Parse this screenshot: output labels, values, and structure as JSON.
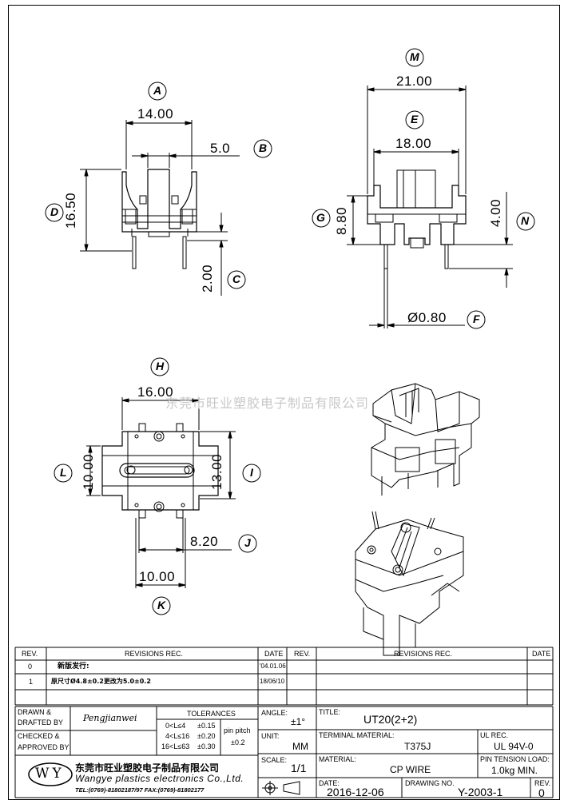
{
  "dimensions": {
    "a": {
      "label": "A",
      "value": "14.00"
    },
    "b": {
      "label": "B",
      "value": "5.0"
    },
    "c": {
      "label": "C",
      "value": "2.00"
    },
    "d": {
      "label": "D",
      "value": "16.50"
    },
    "e": {
      "label": "E",
      "value": "18.00"
    },
    "f": {
      "label": "F",
      "value": "Ø0.80"
    },
    "g": {
      "label": "G",
      "value": "8.80"
    },
    "h": {
      "label": "H",
      "value": "16.00"
    },
    "i": {
      "label": "I",
      "value": "13.00"
    },
    "j": {
      "label": "J",
      "value": "8.20"
    },
    "k": {
      "label": "K",
      "value": "10.00"
    },
    "l": {
      "label": "L",
      "value": "10.00"
    },
    "m": {
      "label": "M",
      "value": "21.00"
    },
    "n": {
      "label": "N",
      "value": "4.00"
    }
  },
  "watermark": "东莞市旺业塑胶电子制品有限公司",
  "revisions": {
    "headers": {
      "rev": "REV.",
      "rec": "REVISIONS  REC.",
      "date": "DATE"
    },
    "rows": [
      {
        "rev": "0",
        "rec": "新版发行:",
        "date": "'04.01.06"
      },
      {
        "rev": "1",
        "rec": "原尺寸Ø4.8±0.2更改为5.0±0.2",
        "date": "18/06/10"
      }
    ]
  },
  "title_block": {
    "drawn_label_1": "DRAWN &",
    "drawn_label_2": "DRAFTED BY",
    "drawn_by": "Pengjianwei",
    "checked_label_1": "CHECKED &",
    "checked_label_2": "APPROVED BY",
    "tolerances": {
      "title": "TOLERANCES",
      "rows": [
        {
          "range": "0<L≤4",
          "tol": "±0.15"
        },
        {
          "range": "4<L≤16",
          "tol": "±0.20"
        },
        {
          "range": "16<L≤63",
          "tol": "±0.30"
        }
      ],
      "pin_label": "pin pitch",
      "pin_tol": "±0.2"
    },
    "angle_label": "ANGLE:",
    "angle_value": "±1°",
    "unit_label": "UNIT:",
    "unit_value": "MM",
    "scale_label": "SCALE:",
    "scale_value": "1/1",
    "title_label": "TITLE:",
    "title_value": "UT20(2+2)",
    "terminal_label": "TERMINAL MATERIAL:",
    "terminal_value": "T375J",
    "ul_label": "UL REC.",
    "ul_value": "UL 94V-0",
    "material_label": "MATERIAL:",
    "material_value": "CP WIRE",
    "pin_tension_label": "PIN TENSION LOAD:",
    "pin_tension_value": "1.0kg MIN.",
    "date_label": "DATE:",
    "date_value": "2016-12-06",
    "drawing_no_label": "DRAWING NO.",
    "drawing_no_value": "Y-2003-1",
    "rev_label": "REV.",
    "rev_value": "0",
    "company": {
      "logo": "WY",
      "name_cn": "东莞市旺业塑胶电子制品有限公司",
      "name_en": "Wangye plastics electronics Co.,Ltd.",
      "contact": "TEL:(0769)-81802187/97  FAX:(0769)-81802177"
    }
  }
}
